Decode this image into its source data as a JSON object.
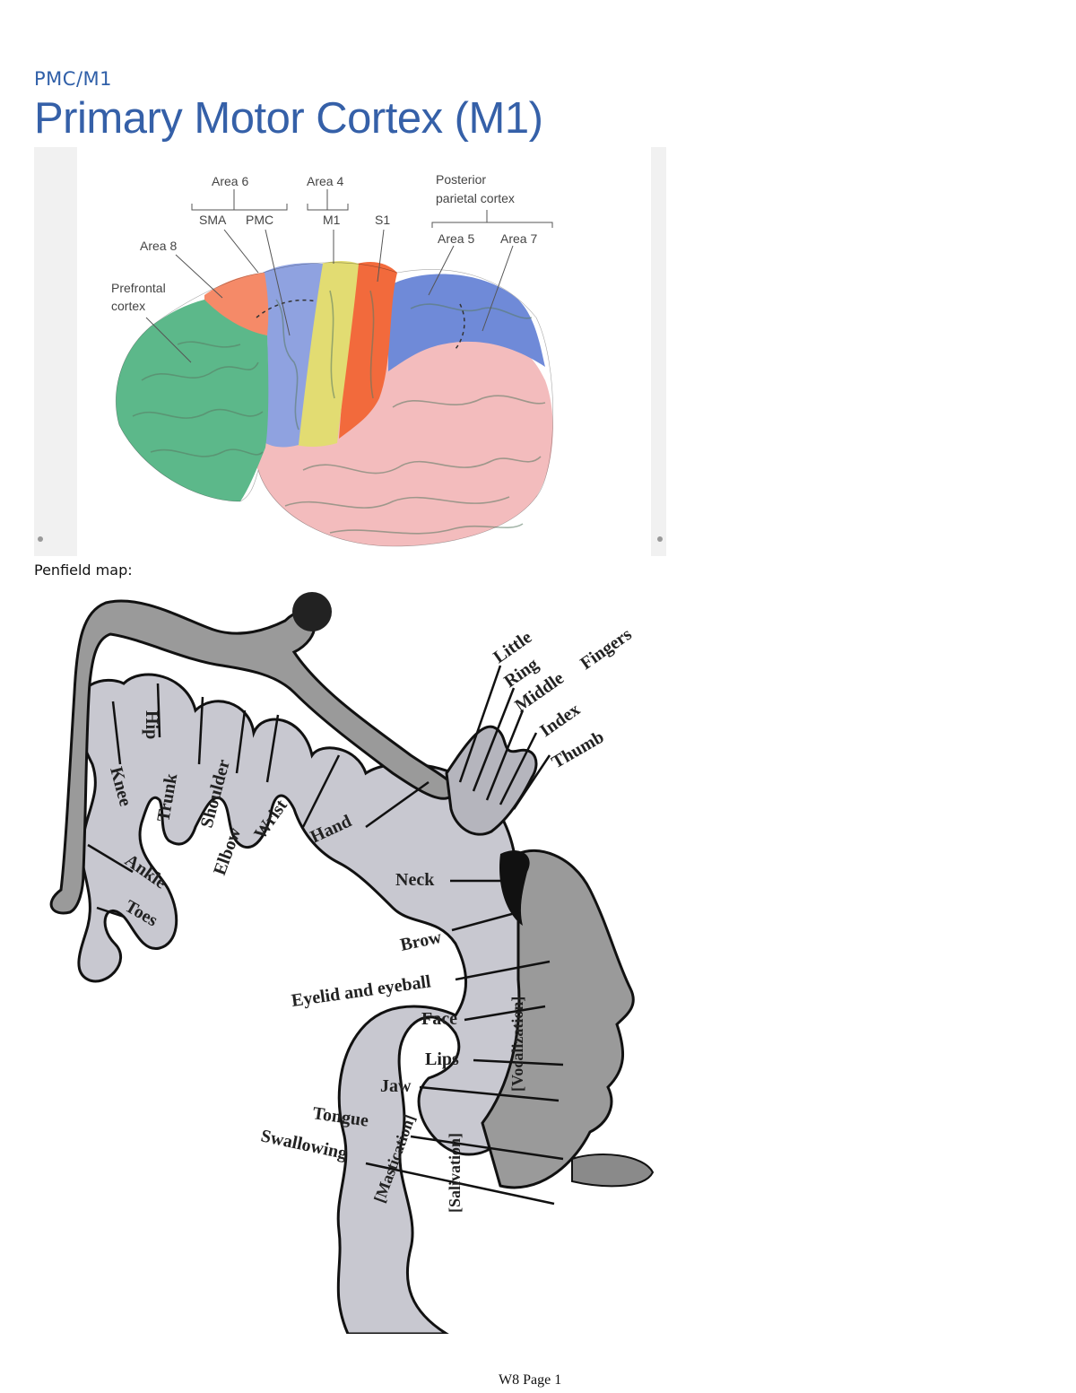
{
  "heading": "PMC/M1",
  "slide": {
    "title": "Primary Motor Cortex (M1)",
    "labels": {
      "area6": "Area 6",
      "area4": "Area 4",
      "posterior1": "Posterior",
      "posterior2": "parietal cortex",
      "sma": "SMA",
      "pmc": "PMC",
      "m1": "M1",
      "s1": "S1",
      "area8": "Area 8",
      "area5": "Area 5",
      "area7": "Area 7",
      "prefrontal1": "Prefrontal",
      "prefrontal2": "cortex"
    },
    "colors": {
      "prefrontal": "#5cb88a",
      "area8": "#f58a68",
      "area6": "#8fa2e0",
      "m1": "#e2dc72",
      "s1": "#f26a3c",
      "parietal": "#6f8ad8",
      "temporal": "#f3bcbd"
    }
  },
  "penfield_label": "Penfield map:",
  "penfield": {
    "fingers_title": "Fingers",
    "fingers": [
      "Little",
      "Ring",
      "Middle",
      "Index",
      "Thumb"
    ],
    "body": [
      "Hip",
      "Knee",
      "Trunk",
      "Shoulder",
      "Elbow",
      "Wrist",
      "Hand",
      "Ankle",
      "Toes"
    ],
    "head": [
      "Neck",
      "Brow",
      "Eyelid and eyeball",
      "Face",
      "Lips",
      "Jaw",
      "Tongue",
      "Swallowing"
    ],
    "brackets": [
      "[Vocalization]",
      "[Salivation]",
      "[Mastication]"
    ]
  },
  "footer": "W8 Page 1"
}
